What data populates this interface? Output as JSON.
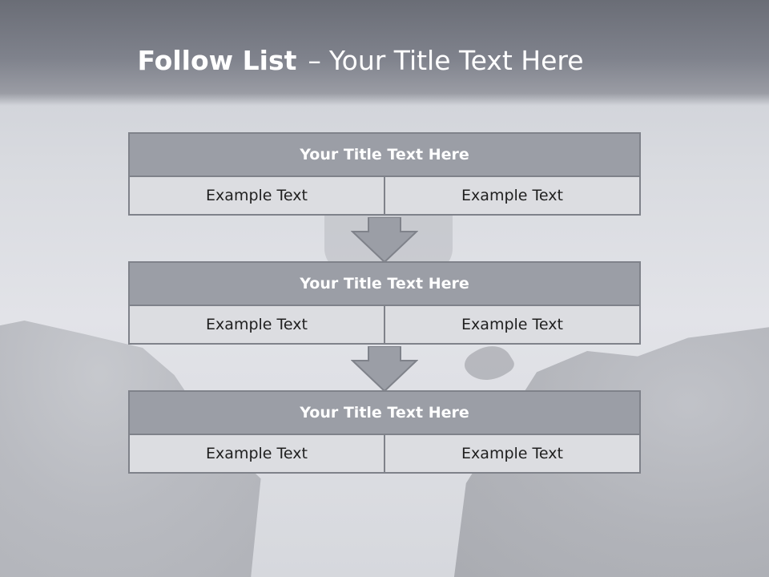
{
  "slide": {
    "title_bold": "Follow List",
    "title_sep": "–",
    "title_rest": "Your Title Text Here"
  },
  "steps": [
    {
      "title": "Your Title Text Here",
      "left": "Example Text",
      "right": "Example Text"
    },
    {
      "title": "Your Title Text Here",
      "left": "Example Text",
      "right": "Example Text"
    },
    {
      "title": "Your Title Text Here",
      "left": "Example Text",
      "right": "Example Text"
    }
  ],
  "colors": {
    "header_fill": "#9b9ea6",
    "cell_fill": "#dcdde1",
    "border": "#7f828a",
    "title_text": "#ffffff"
  }
}
